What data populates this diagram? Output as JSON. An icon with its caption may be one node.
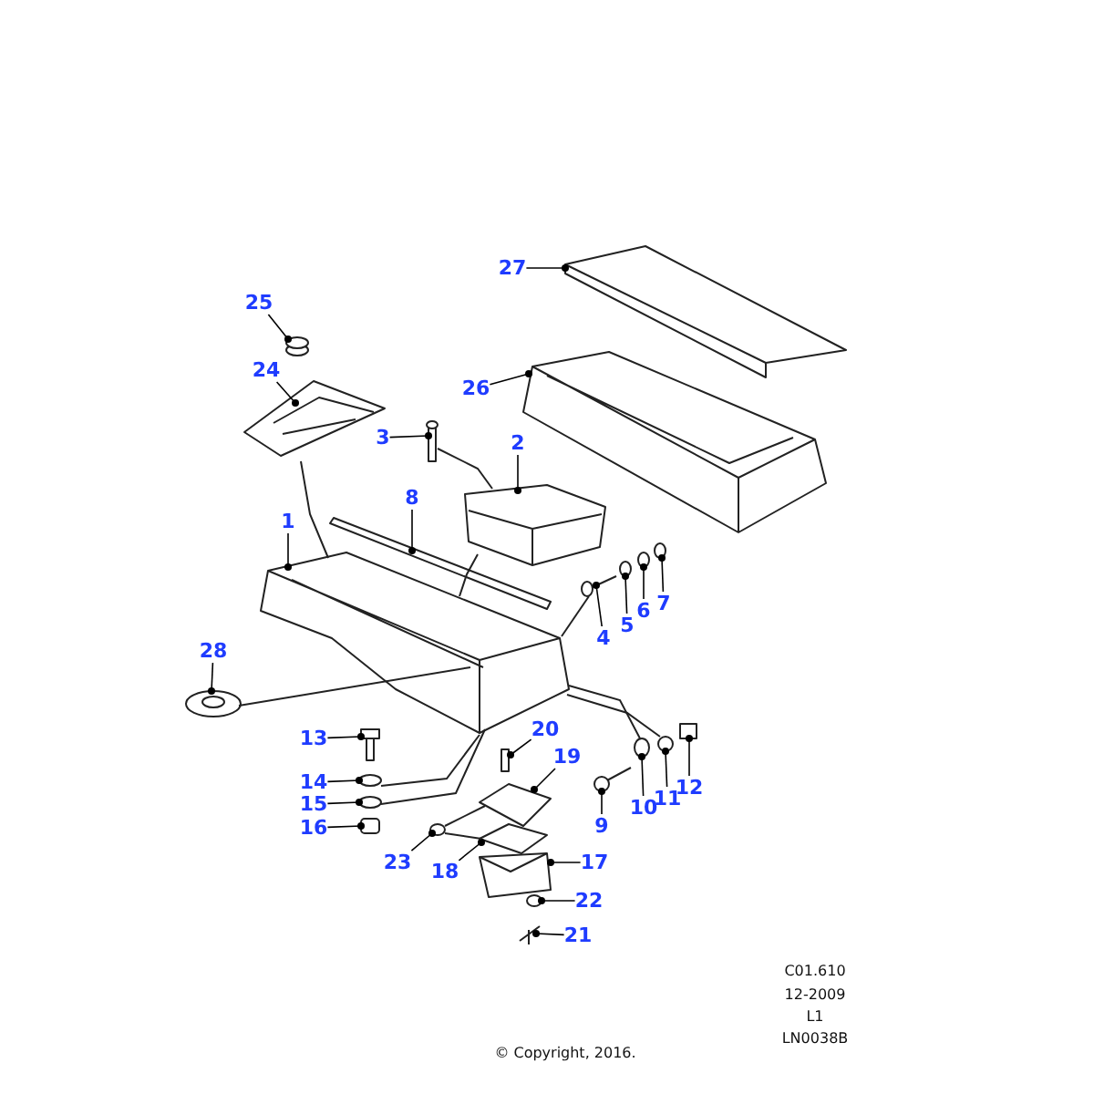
{
  "diagram": {
    "nodes": [
      {
        "text": [
          "27"
        ]
      },
      {
        "text": [
          "25"
        ]
      },
      {
        "text": [
          "24"
        ]
      },
      {
        "text": [
          "26"
        ]
      },
      {
        "text": [
          "3"
        ]
      },
      {
        "text": [
          "2"
        ]
      },
      {
        "text": [
          "8"
        ]
      },
      {
        "text": [
          "1"
        ]
      },
      {
        "text": [
          "7"
        ]
      },
      {
        "text": [
          "6"
        ]
      },
      {
        "text": [
          "5"
        ]
      },
      {
        "text": [
          "4"
        ]
      },
      {
        "text": [
          "28"
        ]
      },
      {
        "text": [
          "20"
        ]
      },
      {
        "text": [
          "13"
        ]
      },
      {
        "text": [
          "19"
        ]
      },
      {
        "text": [
          "14"
        ]
      },
      {
        "text": [
          "12"
        ]
      },
      {
        "text": [
          "11"
        ]
      },
      {
        "text": [
          "15"
        ]
      },
      {
        "text": [
          "10"
        ]
      },
      {
        "text": [
          "9"
        ]
      },
      {
        "text": [
          "16"
        ]
      },
      {
        "text": [
          "23"
        ]
      },
      {
        "text": [
          "17"
        ]
      },
      {
        "text": [
          "18"
        ]
      },
      {
        "text": [
          "22"
        ]
      },
      {
        "text": [
          "21"
        ]
      },
      {
        "text": [],
        "shape": "picture"
      },
      {
        "text": [],
        "shape": "circle"
      },
      {
        "text": [],
        "shape": "picture"
      },
      {
        "text": [],
        "shape": "picture"
      },
      {
        "text": [],
        "shape": "bar"
      },
      {
        "text": [],
        "shape": "picture"
      },
      {
        "text": [],
        "shape": "bar"
      },
      {
        "text": [],
        "shape": "picture"
      },
      {
        "text": [],
        "shape": "circle"
      },
      {
        "text": [],
        "shape": "circle"
      },
      {
        "text": [],
        "shape": "circle"
      },
      {
        "text": [],
        "shape": "picture"
      },
      {
        "text": [],
        "shape": "picture"
      },
      {
        "text": [],
        "shape": "bar"
      },
      {
        "text": [],
        "shape": "picture"
      },
      {
        "text": [],
        "shape": "picture"
      },
      {
        "text": [],
        "shape": "circle"
      },
      {
        "text": [],
        "shape": "picture"
      },
      {
        "text": [],
        "shape": "circle"
      },
      {
        "text": [],
        "shape": "circle"
      },
      {
        "text": [],
        "shape": "circle"
      },
      {
        "text": [],
        "shape": "picture"
      },
      {
        "text": [],
        "shape": "box"
      },
      {
        "text": [],
        "shape": "circle"
      },
      {
        "text": [],
        "shape": "picture"
      },
      {
        "text": [],
        "shape": "picture"
      },
      {
        "text": [],
        "shape": "circle"
      },
      {
        "text": [],
        "shape": "picture"
      }
    ],
    "edges": [
      {
        "from": 0,
        "to": 28,
        "arrow": "other"
      },
      {
        "from": 1,
        "to": 29,
        "arrow": "other"
      },
      {
        "from": 2,
        "to": 30,
        "arrow": "other"
      },
      {
        "from": 3,
        "to": 31,
        "arrow": "other"
      },
      {
        "from": 4,
        "to": 32,
        "arrow": "other"
      },
      {
        "from": 5,
        "to": 33,
        "arrow": "other"
      },
      {
        "from": 6,
        "to": 34,
        "arrow": "other"
      },
      {
        "from": 7,
        "to": 35,
        "arrow": "other"
      },
      {
        "from": 8,
        "to": 36,
        "arrow": "other"
      },
      {
        "from": 9,
        "to": 37,
        "arrow": "other"
      },
      {
        "from": 10,
        "to": 38,
        "arrow": "other"
      },
      {
        "from": 11,
        "to": 39,
        "arrow": "other"
      },
      {
        "from": 12,
        "to": 40,
        "arrow": "other"
      },
      {
        "from": 13,
        "to": 41,
        "arrow": "other"
      },
      {
        "from": 14,
        "to": 42,
        "arrow": "other"
      },
      {
        "from": 15,
        "to": 43,
        "arrow": "other"
      },
      {
        "from": 16,
        "to": 44,
        "arrow": "other"
      },
      {
        "from": 17,
        "to": 45,
        "arrow": "other"
      },
      {
        "from": 18,
        "to": 46,
        "arrow": "other"
      },
      {
        "from": 19,
        "to": 47,
        "arrow": "other"
      },
      {
        "from": 20,
        "to": 48,
        "arrow": "other"
      },
      {
        "from": 21,
        "to": 49,
        "arrow": "other"
      },
      {
        "from": 22,
        "to": 50,
        "arrow": "other"
      },
      {
        "from": 23,
        "to": 51,
        "arrow": "other"
      },
      {
        "from": 24,
        "to": 52,
        "arrow": "other"
      },
      {
        "from": 25,
        "to": 53,
        "arrow": "other"
      },
      {
        "from": 26,
        "to": 54,
        "arrow": "other"
      },
      {
        "from": 27,
        "to": 55,
        "arrow": "other"
      },
      {
        "from": 30,
        "to": 35,
        "arrow": "none"
      },
      {
        "from": 32,
        "to": 33,
        "arrow": "none"
      },
      {
        "from": 33,
        "to": 35,
        "arrow": "none"
      },
      {
        "from": 40,
        "to": 35,
        "arrow": "none"
      },
      {
        "from": 39,
        "to": 35,
        "arrow": "none"
      },
      {
        "from": 35,
        "to": 48,
        "arrow": "none"
      },
      {
        "from": 35,
        "to": 46,
        "arrow": "none"
      },
      {
        "from": 44,
        "to": 35,
        "arrow": "none"
      },
      {
        "from": 47,
        "to": 35,
        "arrow": "none"
      },
      {
        "from": 51,
        "to": 43,
        "arrow": "none"
      },
      {
        "from": 51,
        "to": 53,
        "arrow": "none"
      }
    ],
    "labels": [
      "C01.610",
      "12-2009",
      "L1",
      "LN0038B",
      "© Copyright, 2016."
    ]
  }
}
